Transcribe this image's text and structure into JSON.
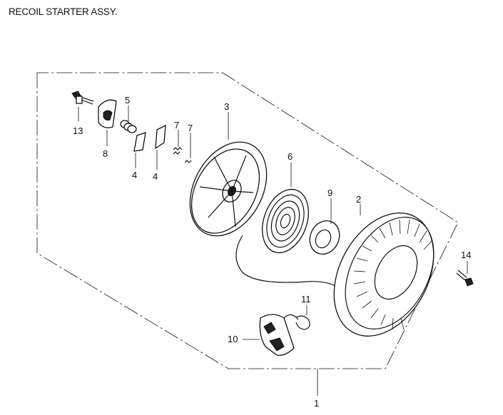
{
  "title": "RECOIL STARTER ASSY.",
  "labels": {
    "p1": "1",
    "p2": "2",
    "p3": "3",
    "p4a": "4",
    "p4b": "4",
    "p5": "5",
    "p6": "6",
    "p7a": "7",
    "p7b": "7",
    "p8": "8",
    "p9": "9",
    "p10": "10",
    "p11": "11",
    "p13": "13",
    "p14": "14"
  }
}
